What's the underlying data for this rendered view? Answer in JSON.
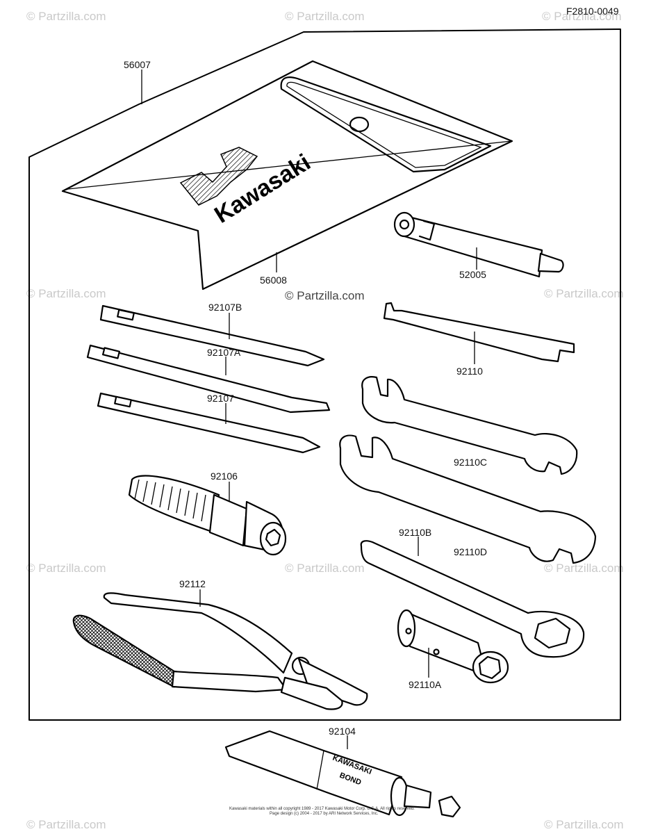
{
  "figure_code": "F2810-0049",
  "watermarks": [
    "© Partzilla.com",
    "© Partzilla.com",
    "© Partzilla.com",
    "© Partzilla.com",
    "© Partzilla.com",
    "© Partzilla.com",
    "© Partzilla.com",
    "© Partzilla.com",
    "© Partzilla.com",
    "© Partzilla.com"
  ],
  "center_watermark": "© Partzilla.com",
  "brand_text": "Kawasaki",
  "tube_text": [
    "KAWASAKI",
    "BOND"
  ],
  "parts": [
    {
      "id": "p56007",
      "number": "56007"
    },
    {
      "id": "p56008",
      "number": "56008"
    },
    {
      "id": "p52005",
      "number": "52005"
    },
    {
      "id": "p92107B",
      "number": "92107B"
    },
    {
      "id": "p92107A",
      "number": "92107A"
    },
    {
      "id": "p92107",
      "number": "92107"
    },
    {
      "id": "p92110",
      "number": "92110"
    },
    {
      "id": "p92110C",
      "number": "92110C"
    },
    {
      "id": "p92106",
      "number": "92106"
    },
    {
      "id": "p92110B",
      "number": "92110B"
    },
    {
      "id": "p92110D",
      "number": "92110D"
    },
    {
      "id": "p92112",
      "number": "92112"
    },
    {
      "id": "p92110A",
      "number": "92110A"
    },
    {
      "id": "p92104",
      "number": "92104"
    }
  ],
  "footer": [
    "Kawasaki materials within all copyright 1989 - 2017 Kawasaki Motor Corp. U.S.A. All rights reserved.",
    "Page design (c) 2004 - 2017 by ARI Network Services, Inc."
  ]
}
